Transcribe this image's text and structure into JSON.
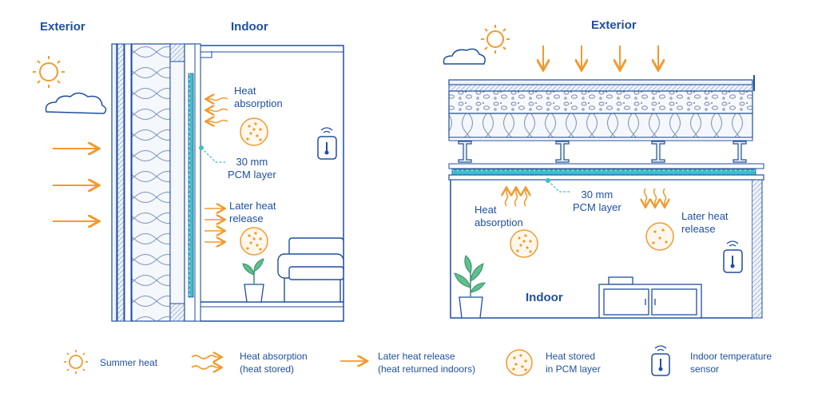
{
  "colors": {
    "blue": "#1f4fa0",
    "orange": "#f29a2e",
    "teal": "#3bbfc9",
    "light_blue": "#e9f1fb"
  },
  "wall_diagram": {
    "exterior_label": "Exterior",
    "indoor_label": "Indoor",
    "absorption_label": [
      "Heat",
      "absorption"
    ],
    "pcm_label": [
      "30 mm",
      "PCM layer"
    ],
    "release_label": [
      "Later heat",
      "release"
    ],
    "sensor_icon": "thermometer-wifi-icon"
  },
  "roof_diagram": {
    "exterior_label": "Exterior",
    "indoor_label": "Indoor",
    "pcm_label": [
      "30 mm",
      "PCM layer"
    ],
    "absorption_label": [
      "Heat",
      "absorption"
    ],
    "release_label": [
      "Later heat",
      "release"
    ],
    "sensor_icon": "thermometer-wifi-icon"
  },
  "legend": [
    {
      "icon": "sun-icon",
      "lines": [
        "Summer heat"
      ]
    },
    {
      "icon": "wavy-arrows-icon",
      "lines": [
        "Heat absorption",
        "(heat stored)"
      ]
    },
    {
      "icon": "arrow-right-icon",
      "lines": [
        "Later heat release",
        "(heat returned indoors)"
      ]
    },
    {
      "icon": "pcm-dots-icon",
      "lines": [
        "Heat stored",
        "in PCM layer"
      ]
    },
    {
      "icon": "thermometer-wifi-icon",
      "lines": [
        "Indoor temperature",
        "sensor"
      ]
    }
  ]
}
